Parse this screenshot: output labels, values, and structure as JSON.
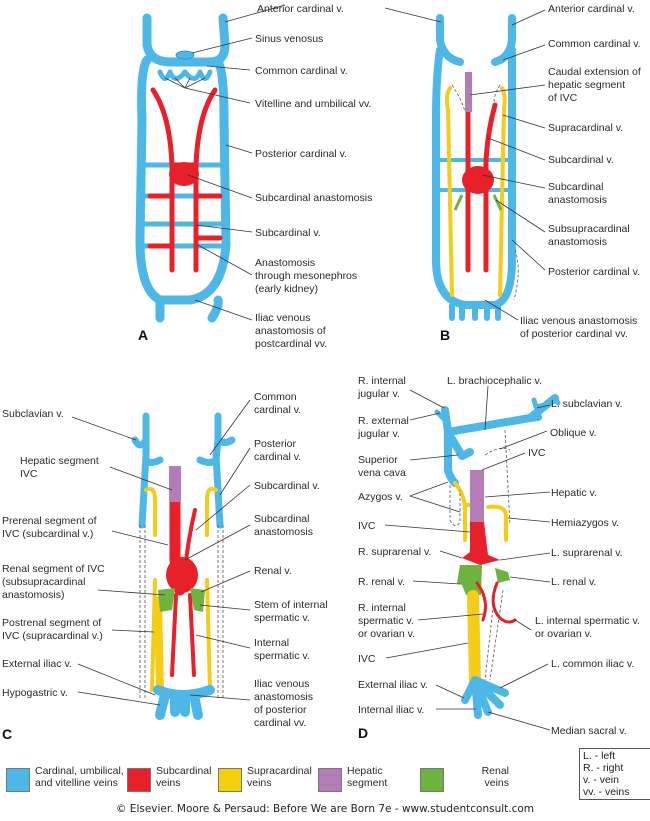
{
  "figure": {
    "panels": {
      "A": {
        "letter": "A",
        "labels": {
          "anterior_cardinal": "Anterior cardinal v.",
          "sinus_venosus": "Sinus venosus",
          "common_cardinal": "Common cardinal v.",
          "vitelline_umbilical": "Vitelline and umbilical vv.",
          "posterior_cardinal": "Posterior cardinal v.",
          "subcardinal_anastomosis": "Subcardinal anastomosis",
          "subcardinal": "Subcardinal v.",
          "anastomosis_mesonephros_1": "Anastomosis",
          "anastomosis_mesonephros_2": "through mesonephros",
          "anastomosis_mesonephros_3": "(early kidney)",
          "iliac_1": "Iliac venous",
          "iliac_2": "anastomosis of",
          "iliac_3": "postcardinal vv."
        }
      },
      "B": {
        "letter": "B",
        "labels": {
          "anterior_cardinal": "Anterior cardinal v.",
          "common_cardinal": "Common cardinal v.",
          "caudal_ext_1": "Caudal extension of",
          "caudal_ext_2": "hepatic segment",
          "caudal_ext_3": "of IVC",
          "supracardinal": "Supracardinal v.",
          "subcardinal": "Subcardinal v.",
          "subcardinal_anast_1": "Subcardinal",
          "subcardinal_anast_2": "anastomosis",
          "subsupra_1": "Subsupracardinal",
          "subsupra_2": "anastomosis",
          "posterior_cardinal": "Posterior cardinal v.",
          "iliac_1": "Iliac venous anastomosis",
          "iliac_2": "of posterior cardinal vv."
        }
      },
      "C": {
        "letter": "C",
        "labels": {
          "subclavian": "Subclavian v.",
          "hepatic_1": "Hepatic segment",
          "hepatic_2": "IVC",
          "prerenal_1": "Prerenal segment of",
          "prerenal_2": "IVC (subcardinal v.)",
          "renal_seg_1": "Renal segment of IVC",
          "renal_seg_2": "(subsupracardinal",
          "renal_seg_3": "anastomosis)",
          "postrenal_1": "Postrenal segment of",
          "postrenal_2": "IVC (supracardinal v.)",
          "external_iliac": "External iliac v.",
          "hypogastric": "Hypogastric v.",
          "common_cardinal_1": "Common",
          "common_cardinal_2": "cardinal v.",
          "posterior_cardinal_1": "Posterior",
          "posterior_cardinal_2": "cardinal v.",
          "subcardinal": "Subcardinal v.",
          "subcardinal_anast_1": "Subcardinal",
          "subcardinal_anast_2": "anastomosis",
          "renal": "Renal v.",
          "stem_1": "Stem of internal",
          "stem_2": "spermatic v.",
          "internal_spermatic_1": "Internal",
          "internal_spermatic_2": "spermatic v.",
          "iliac_1": "Iliac venous",
          "iliac_2": "anastomosis",
          "iliac_3": "of posterior",
          "iliac_4": "cardinal vv."
        }
      },
      "D": {
        "letter": "D",
        "labels": {
          "r_internal_jugular_1": "R. internal",
          "r_internal_jugular_2": "jugular v.",
          "l_brachiocephalic": "L. brachiocephalic v.",
          "r_external_jugular_1": "R. external",
          "r_external_jugular_2": "jugular v.",
          "l_subclavian": "L. subclavian v.",
          "oblique": "Oblique v.",
          "svc_1": "Superior",
          "svc_2": "vena cava",
          "ivc_top": "IVC",
          "azygos": "Azygos v.",
          "hepatic": "Hepatic v.",
          "ivc_mid": "IVC",
          "hemiazygos": "Hemiazygos v.",
          "r_suprarenal": "R. suprarenal v.",
          "l_suprarenal": "L. suprarenal v.",
          "r_renal": "R. renal v.",
          "l_renal": "L. renal v.",
          "r_int_sperm_1": "R. internal",
          "r_int_sperm_2": "spermatic v.",
          "r_int_sperm_3": "or ovarian v.",
          "l_int_sperm_1": "L. internal spermatic v.",
          "l_int_sperm_2": "or ovarian v.",
          "ivc_low": "IVC",
          "l_common_iliac": "L. common iliac v.",
          "external_iliac": "External iliac v.",
          "internal_iliac": "Internal iliac v.",
          "median_sacral": "Median sacral v."
        }
      }
    }
  },
  "legend": {
    "items": [
      {
        "line1": "Cardinal, umbilical,",
        "line2": "and vitelline veins",
        "color": "#4db8e8"
      },
      {
        "line1": "Subcardinal",
        "line2": "veins",
        "color": "#e8202a"
      },
      {
        "line1": "Supracardinal",
        "line2": "veins",
        "color": "#f5d10c"
      },
      {
        "line1": "Hepatic",
        "line2": "segment",
        "color": "#b57db8"
      },
      {
        "line1": "Renal",
        "line2": "veins",
        "color": "#6cb33f"
      }
    ]
  },
  "abbreviations": [
    "L. - left",
    "R. - right",
    "v. - vein",
    "vv. - veins"
  ],
  "credit": "© Elsevier. Moore & Persaud: Before We are Born 7e - www.studentconsult.com"
}
